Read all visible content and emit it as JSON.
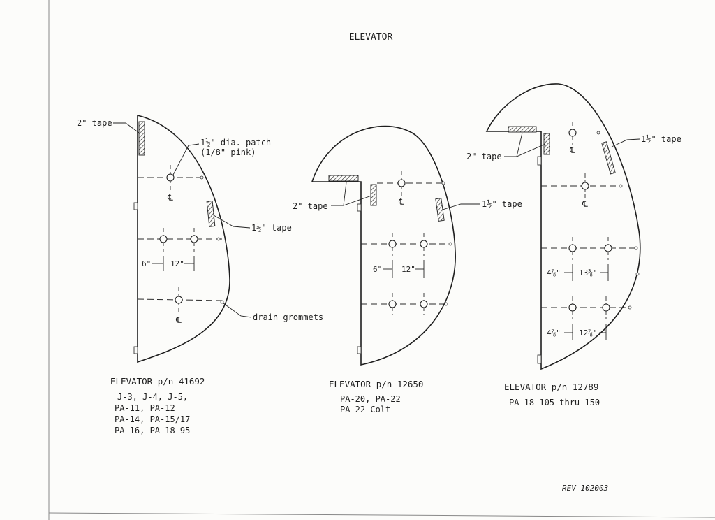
{
  "page_title": "ELEVATOR",
  "revision": "REV 102003",
  "centerline_symbol": "℄",
  "callouts": {
    "tape_2": "2\" tape",
    "tape_1_half": "1½\" tape",
    "patch_line1": "1½\" dia. patch",
    "patch_line2": "(1/8\" pink)",
    "drain_grommets": "drain grommets"
  },
  "dimensions": {
    "e1_left": "6\"",
    "e1_right": "12\"",
    "e2_left": "6\"",
    "e2_right": "12\"",
    "e3_upper_left": "4⅞\"",
    "e3_upper_right": "13⅜\"",
    "e3_lower_left": "4⅞\"",
    "e3_lower_right": "12⅞\""
  },
  "elevators": [
    {
      "title": "ELEVATOR p/n 41692",
      "models": [
        "J-3, J-4, J-5,",
        "PA-11, PA-12",
        "PA-14, PA-15/17",
        "PA-16, PA-18-95"
      ]
    },
    {
      "title": "ELEVATOR p/n 12650",
      "models": [
        "PA-20, PA-22",
        "PA-22 Colt"
      ]
    },
    {
      "title": "ELEVATOR p/n 12789",
      "models": [
        "PA-18-105 thru 150"
      ]
    }
  ]
}
